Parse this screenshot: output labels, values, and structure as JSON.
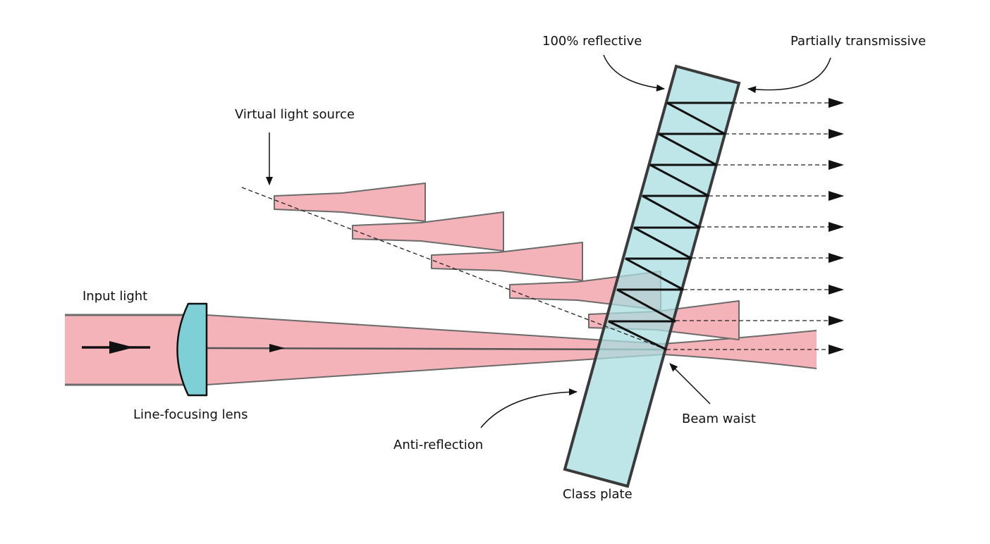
{
  "labels": {
    "input_light": "Input light",
    "lens": "Line-focusing lens",
    "virtual_source": "Virtual light source",
    "reflective": "100% reflective",
    "transmissive": "Partially transmissive",
    "anti_reflection": "Anti-reflection",
    "beam_waist": "Beam waist",
    "plate": "Class plate"
  },
  "colors": {
    "beam": "#f4b2b9",
    "beam_edge": "#6b6b6b",
    "glass": "#a8dce0",
    "lens": "#7ecfd6",
    "outline": "#3a3a3a",
    "line": "#111111"
  }
}
